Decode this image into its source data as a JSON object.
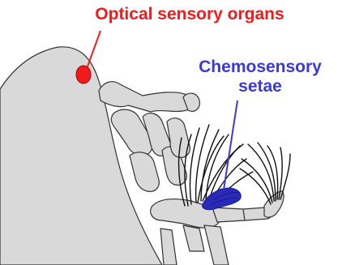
{
  "labels": {
    "optical": "Optical sensory organs",
    "chemo_line1": "Chemosensory",
    "chemo_line2": "setae"
  },
  "colors": {
    "optical": "#ee1c1c",
    "chemo": "#3a3ad8",
    "body_fill": "#d9d9d9",
    "outline": "#333333"
  }
}
